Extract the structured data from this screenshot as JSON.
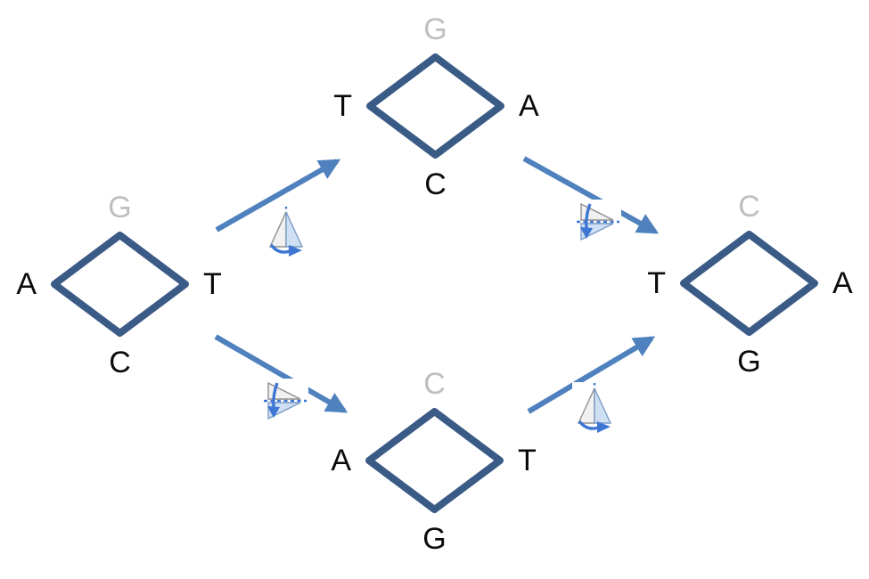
{
  "colors": {
    "diamond_stroke": "#3B5B87",
    "arrow": "#4E81BD",
    "label": "#0a0a0a",
    "label_muted": "#BFBFBF",
    "icon_blue": "#3d76d3",
    "background": "#ffffff"
  },
  "diamonds": {
    "left": {
      "top": "G",
      "left": "A",
      "right": "T",
      "bottom": "C"
    },
    "top": {
      "top": "G",
      "left": "T",
      "right": "A",
      "bottom": "C"
    },
    "right": {
      "top": "C",
      "left": "T",
      "right": "A",
      "bottom": "G"
    },
    "bottom": {
      "top": "C",
      "left": "A",
      "right": "T",
      "bottom": "G"
    }
  },
  "arrows": [
    {
      "name": "left-to-top",
      "icon": "flip-horizontal-icon"
    },
    {
      "name": "top-to-right",
      "icon": "flip-vertical-icon"
    },
    {
      "name": "left-to-bottom",
      "icon": "flip-vertical-icon"
    },
    {
      "name": "bottom-to-right",
      "icon": "flip-horizontal-icon"
    }
  ]
}
